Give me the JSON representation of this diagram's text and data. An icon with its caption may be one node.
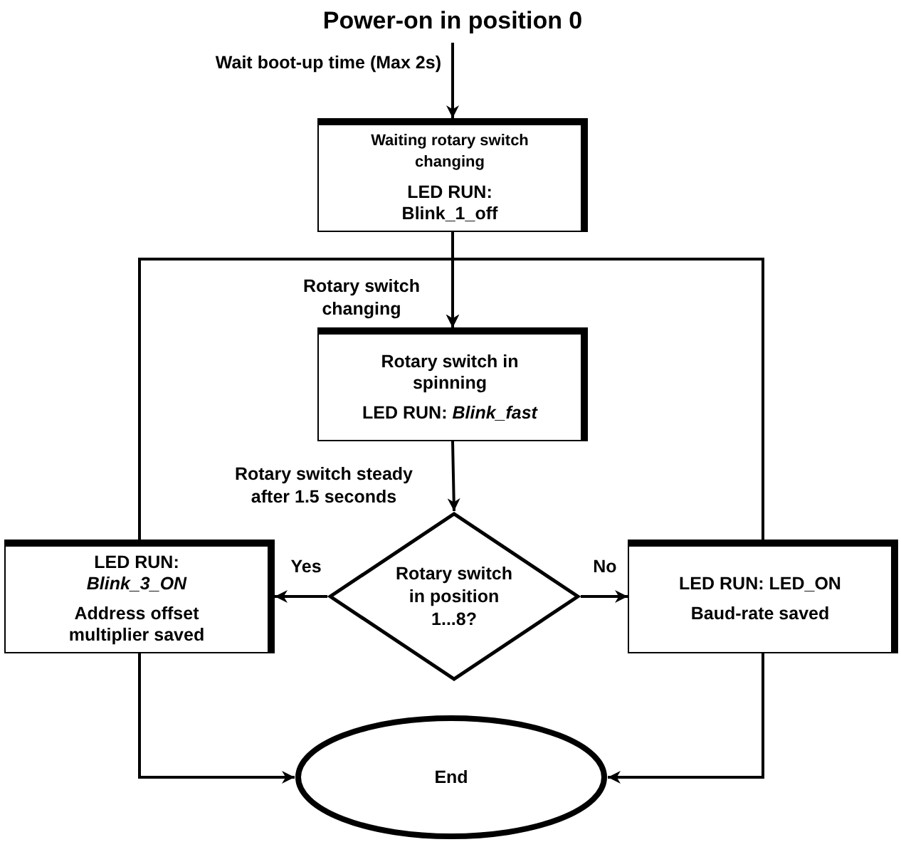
{
  "diagram": {
    "nodes": [
      {
        "text": [
          "Power-on in position 0"
        ]
      },
      {
        "text": [
          "Waiting rotary switch changing",
          "LED RUN: Blink_1_off"
        ]
      },
      {
        "text": [
          "Rotary switch in spinning",
          "LED RUN: *Blink_fast*"
        ]
      },
      {
        "text": [
          "Rotary switch in position 1...8?"
        ]
      },
      {
        "text": [
          "LED RUN: *Blink_3_ON*",
          "Address offset multiplier saved"
        ]
      },
      {
        "text": [
          "LED RUN: LED_ON",
          "Baud-rate saved"
        ]
      },
      {
        "text": [
          "End"
        ]
      }
    ],
    "edges": [
      {
        "from": 0,
        "to": 1,
        "arrow": "to",
        "label": "Wait boot-up time (Max 2s)"
      },
      {
        "from": 1,
        "to": 2,
        "arrow": "to",
        "label": "Rotary switch changing"
      },
      {
        "from": 2,
        "to": 3,
        "arrow": "to",
        "label": "Rotary switch steady after 1.5 seconds"
      },
      {
        "from": 3,
        "to": 4,
        "arrow": "to",
        "label": "Yes"
      },
      {
        "from": 3,
        "to": 5,
        "arrow": "to",
        "label": "No"
      },
      {
        "from": 4,
        "to": 2,
        "arrow": "to"
      },
      {
        "from": 5,
        "to": 2,
        "arrow": "to"
      },
      {
        "from": 4,
        "to": 6,
        "arrow": "to"
      },
      {
        "from": 5,
        "to": 6,
        "arrow": "to"
      }
    ]
  }
}
